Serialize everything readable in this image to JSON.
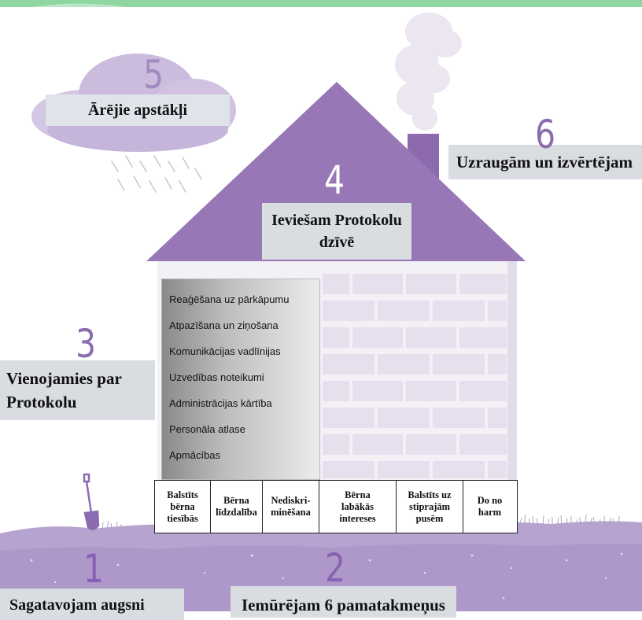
{
  "colors": {
    "roof": "#9877b7",
    "ground": "#b7a3cf",
    "brick": "#e6e0ee",
    "cloud": "#c9b9db",
    "smoke": "#eae5ee",
    "label_bg": "#d9dce0"
  },
  "steps": [
    {
      "number": "1",
      "label": "Sagatavojam augsni"
    },
    {
      "number": "2",
      "label": "Iemūrējam 6 pamatakmeņus"
    },
    {
      "number": "3",
      "label": "Vienojamies par Protokolu"
    },
    {
      "number": "4",
      "label": "Ieviešam Protokolu dzīvē"
    },
    {
      "number": "5",
      "label": "Ārējie apstākļi"
    },
    {
      "number": "6",
      "label": "Uzraugām un izvērtējam"
    }
  ],
  "wall_items": [
    "Reaģēšana uz pārkāpumu",
    "Atpazīšana un ziņošana",
    "Komunikācijas vadlīnijas",
    "Uzvedības noteikumi",
    "Administrācijas kārtība",
    "Personāla atlase",
    "Apmācības"
  ],
  "foundation_stones": [
    "Balstīts\nbērna\ntiesībās",
    "Bērna\nlīdzdalība",
    "Nediskri-\nminēšana",
    "Bērna\nlabākās\nintereses",
    "Balstīts uz\nstiprajām\npusēm",
    "Do no\nharm"
  ]
}
